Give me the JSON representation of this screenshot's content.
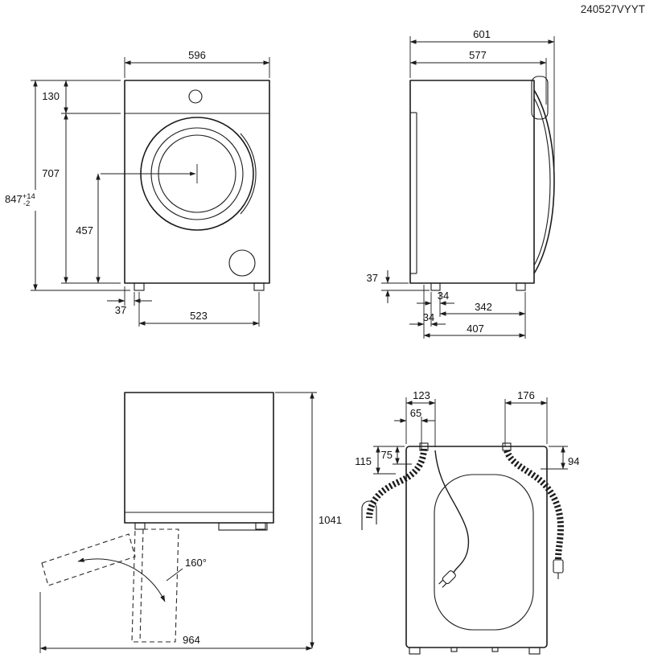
{
  "doc_code": "240527VYYT",
  "front_view": {
    "width": "596",
    "top_panel_height": "130",
    "base_to_panel": "707",
    "total_height": "847",
    "total_height_tol_plus": "+14",
    "total_height_tol_minus": "-2",
    "door_center_height": "457",
    "foot_offset": "37",
    "feet_distance": "523"
  },
  "side_view": {
    "total_depth": "601",
    "body_depth": "577",
    "foot_height": "37",
    "front_foot_inset": "34",
    "feet_distance": "342",
    "rear_foot_inset": "34",
    "base_depth": "407"
  },
  "open_door_view": {
    "height_door_open": "1041",
    "depth_door_open": "964",
    "door_opening_angle": "160°"
  },
  "rear_view": {
    "drain_hose_offset": "123",
    "power_cord_offset": "65",
    "inlet_hose_offset": "176",
    "drain_hose_drop": "115",
    "power_cord_drop": "75",
    "inlet_hose_drop": "94"
  }
}
